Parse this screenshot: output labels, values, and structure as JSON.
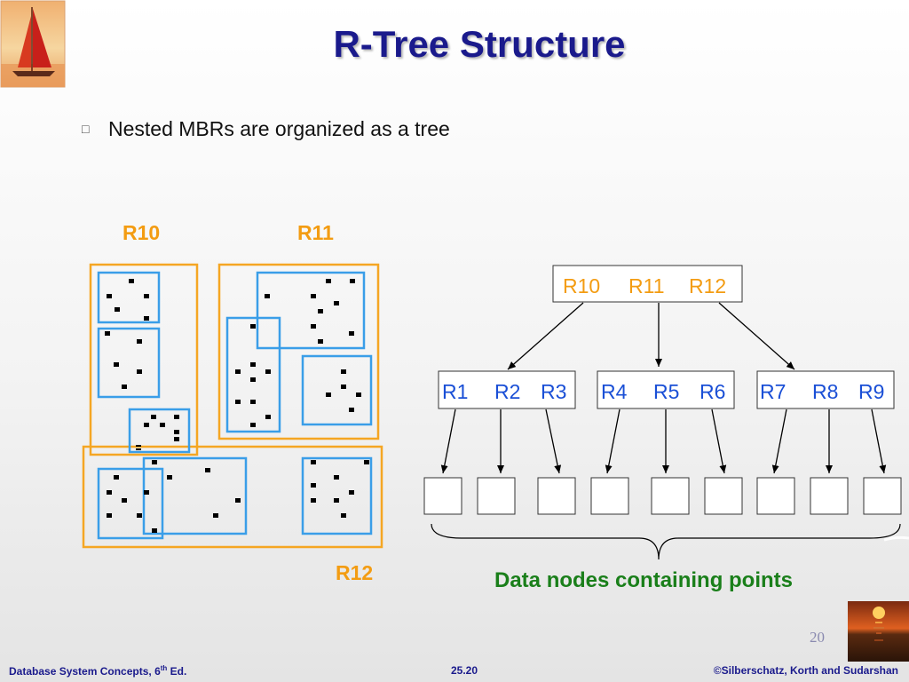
{
  "slide": {
    "title": "R-Tree Structure",
    "bullet_icon": "square-bullet-icon",
    "bullet": "Nested MBRs are organized as a tree",
    "page_number": "20"
  },
  "left_diagram": {
    "labels": {
      "r10": "R10",
      "r11": "R11",
      "r12": "R12"
    }
  },
  "tree": {
    "root": {
      "entries": [
        "R10",
        "R11",
        "R12"
      ]
    },
    "internal_nodes": [
      {
        "entries": [
          "R1",
          "R2",
          "R3"
        ]
      },
      {
        "entries": [
          "R4",
          "R5",
          "R6"
        ]
      },
      {
        "entries": [
          "R7",
          "R8",
          "R9"
        ]
      }
    ],
    "data_node_count": 9,
    "caption": "Data nodes containing points"
  },
  "colors": {
    "title": "#1a1a8c",
    "outer_mbr": "#f5a623",
    "inner_mbr": "#3a9ee8",
    "tree_label": "#1a4fd6",
    "caption": "#1a7f1a",
    "orange_label": "#f39c12"
  },
  "footer": {
    "left_text": "Database System Concepts, 6",
    "left_sup": "th",
    "left_suffix": " Ed.",
    "center": "25.20",
    "right": "©Silberschatz, Korth and Sudarshan"
  },
  "images": {
    "top_left": "sailboat-sunset-image",
    "bottom_right": "sunset-over-water-image"
  }
}
